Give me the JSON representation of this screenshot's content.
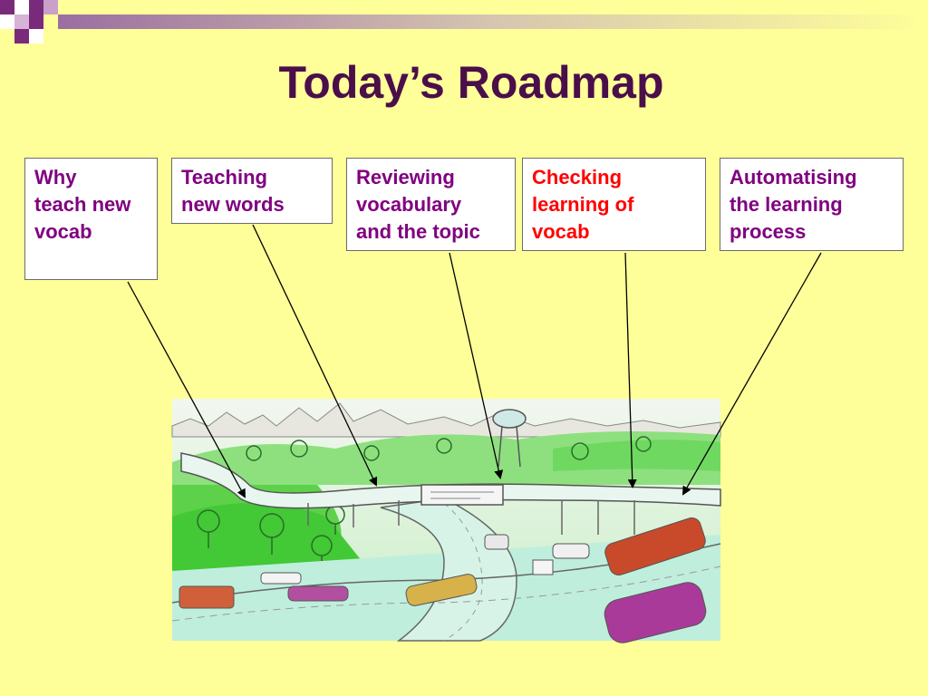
{
  "slide": {
    "title": "Today’s Roadmap"
  },
  "boxes": [
    {
      "text": "Why\nteach new\nvocab",
      "color": "#800080"
    },
    {
      "text": "Teaching\nnew words",
      "color": "#800080"
    },
    {
      "text": "Reviewing\nvocabulary\nand the topic",
      "color": "#800080"
    },
    {
      "text": "Checking\nlearning of\nvocab",
      "color": "#ff0000"
    },
    {
      "text": "Automatising\nthe learning\nprocess",
      "color": "#800080"
    }
  ],
  "colors": {
    "background": "#ffff99",
    "title": "#4a0f4a",
    "accent": "#800080",
    "highlight": "#ff0000"
  }
}
